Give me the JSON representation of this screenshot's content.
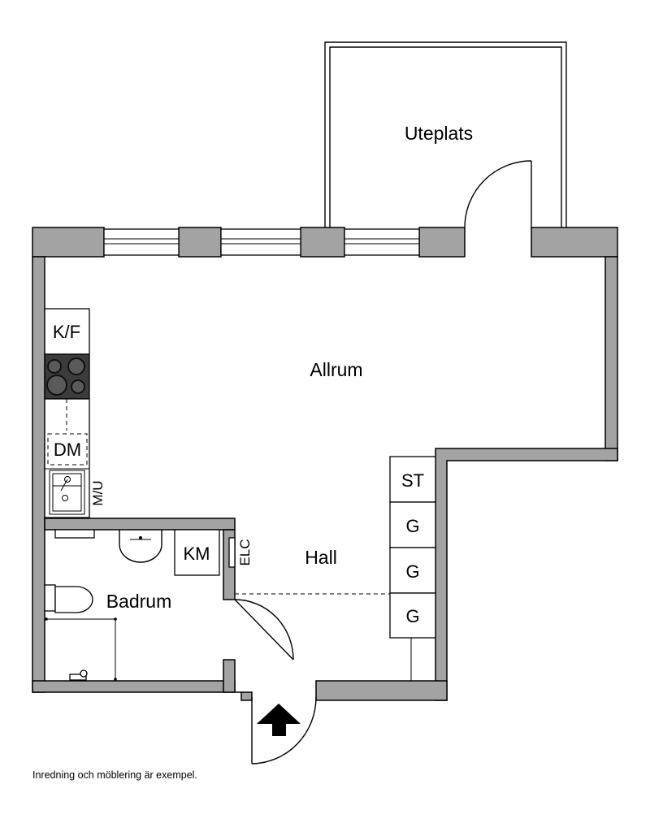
{
  "rooms": {
    "uteplats": "Uteplats",
    "allrum": "Allrum",
    "hall": "Hall",
    "badrum": "Badrum"
  },
  "fixtures": {
    "kf": "K/F",
    "dm": "DM",
    "mu": "M/U",
    "st": "ST",
    "g1": "G",
    "g2": "G",
    "g3": "G",
    "km": "KM",
    "elc": "ELC"
  },
  "note": "Inredning och möblering är exempel.",
  "colors": {
    "wall": "#a3a3a3",
    "stove": "#3c3c3c",
    "line": "#000000"
  }
}
